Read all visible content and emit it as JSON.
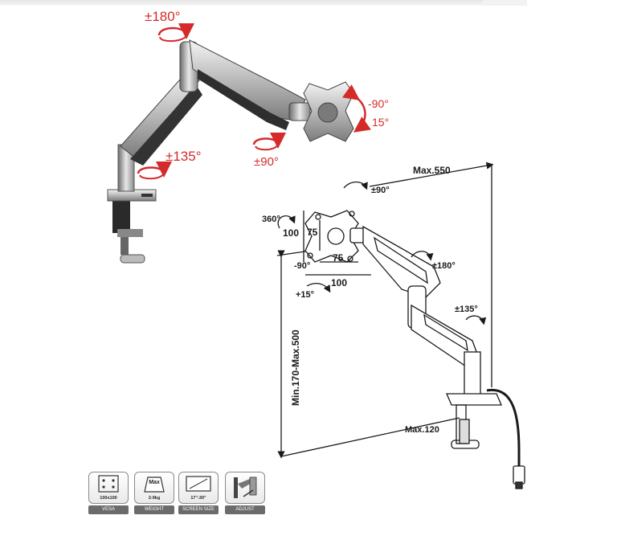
{
  "photo_labels": {
    "rot_top": "±180°",
    "tilt_up": "-90°",
    "tilt_down": "15°",
    "rot_head": "±90°",
    "rot_lower": "±135°"
  },
  "diagram_labels": {
    "max_reach": "Max.550",
    "head_swivel": "±90°",
    "rotation": "360°",
    "vesa_large_v": "100",
    "vesa_small_v": "75",
    "vesa_small_h": "75",
    "vesa_large_h": "100",
    "tilt_back": "-90°",
    "tilt_fwd": "+15°",
    "upper_swivel": "±180°",
    "lower_swivel": "±135°",
    "height_range": "Min.170-Max.500",
    "clamp_max": "Max.120"
  },
  "features": [
    {
      "caption": "VESA",
      "value": "100x100",
      "icon": "vesa-icon"
    },
    {
      "caption": "WEIGHT",
      "value": "2-9kg",
      "badge": "Max",
      "icon": "weight-icon"
    },
    {
      "caption": "SCREEN SIZE",
      "value": "17\"-30\"",
      "icon": "screen-size-icon"
    },
    {
      "caption": "ADJUST",
      "icon": "adjust-icon"
    }
  ],
  "colors": {
    "accent": "#d42a2a",
    "ink": "#1a1a1a",
    "badge": "#6b6b6b"
  }
}
